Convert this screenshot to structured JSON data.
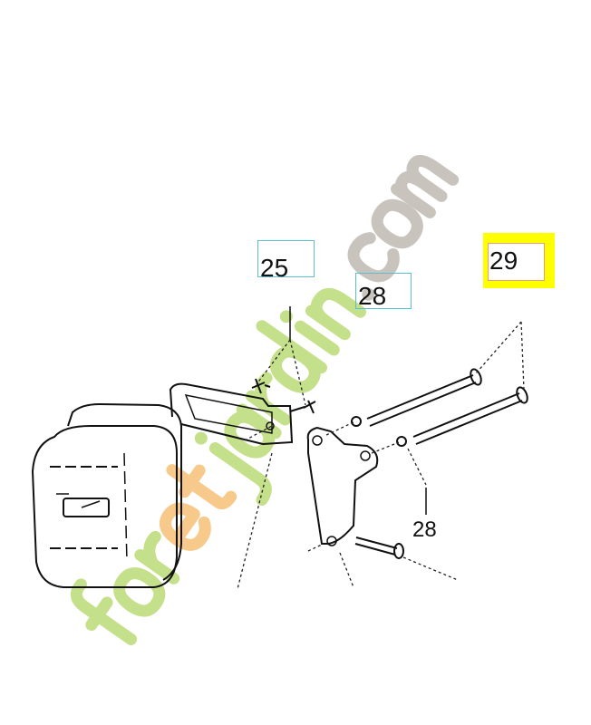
{
  "diagram": {
    "callouts": [
      {
        "label": "25",
        "style": "cyan-box"
      },
      {
        "label": "28",
        "style": "cyan-box"
      },
      {
        "label": "29",
        "style": "yellow-highlight"
      },
      {
        "label": "28",
        "style": "plain"
      }
    ],
    "watermark": {
      "text": "foretjardin.com",
      "colors": {
        "main": "#c5e08a",
        "accent": "#f7c98a",
        "domain": "#c8c4bd"
      }
    },
    "colors": {
      "highlight": "#ffff00",
      "box_border": "#5bbfd0",
      "line": "#111111"
    }
  }
}
